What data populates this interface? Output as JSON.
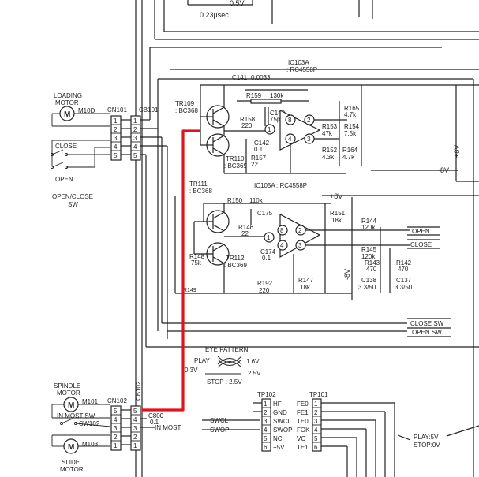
{
  "top": {
    "pulse": "0.23μsec",
    "volt": "0.5V"
  },
  "cn101": {
    "name": "CN101",
    "pins": [
      "1",
      "2",
      "3",
      "4",
      "5"
    ]
  },
  "cb101": {
    "name": "CB101",
    "pins": [
      "1",
      "2",
      "3",
      "4",
      "5"
    ]
  },
  "cn102": {
    "name": "CN102",
    "pins": [
      "5",
      "4",
      "3",
      "2",
      "1"
    ]
  },
  "cb102": {
    "name": "CB102",
    "pins": [
      "5",
      "4",
      "3",
      "2",
      "1"
    ]
  },
  "loading_motor": {
    "label1": "LOADING",
    "label2": "MOTOR",
    "ref": "M10D",
    "symbol": "M"
  },
  "switches": {
    "close": "CLOSE",
    "open": "OPEN",
    "sw1": "OPEN/CLOSE",
    "sw2": "SW"
  },
  "spindle_motor": {
    "label1": "SPINDLE",
    "label2": "MOTOR",
    "ref": "M101",
    "symbol": "M"
  },
  "inmost_sw": {
    "label": "IN MOST SW",
    "ref": "SW102"
  },
  "slide_motor": {
    "label1": "SLIDE",
    "label2": "MOTOR",
    "ref": "M103",
    "symbol": "M"
  },
  "ic103": {
    "name": "IC103A",
    "part": ": RC4558P",
    "pins": [
      "8",
      "2",
      "3",
      "4",
      "1"
    ]
  },
  "ic105": {
    "name": "IC105A",
    "part": ": RC4558P",
    "pins": [
      "8",
      "2",
      "3",
      "4",
      "1"
    ]
  },
  "tr109": {
    "name": "TR109",
    "part": ": BC368"
  },
  "tr110": {
    "name": "TR110",
    "part": ": BC369"
  },
  "tr111": {
    "name": "TR111",
    "part": ": BC368"
  },
  "tr112": {
    "name": "TR112",
    "part": ": BC369"
  },
  "c141": {
    "name": "C141",
    "val": "0.0033"
  },
  "r159": {
    "name": "R159",
    "val": "130k"
  },
  "c140": {
    "name": "C140",
    "val": "75p"
  },
  "r158": {
    "name": "R158",
    "val": "220"
  },
  "c142": {
    "name": "C142",
    "val": "0.1"
  },
  "r157": {
    "name": "R157",
    "val": "22"
  },
  "r165": {
    "name": "R165",
    "val": "4.7k"
  },
  "r153": {
    "name": "R153",
    "val": "47k"
  },
  "r154": {
    "name": "R154",
    "val": "7.5k"
  },
  "r152": {
    "name": "R152",
    "val": "4.3k"
  },
  "r164": {
    "name": "R164",
    "val": "4.7k"
  },
  "r150": {
    "name": "R150",
    "val": "110k"
  },
  "c175": {
    "name": "C175"
  },
  "r146": {
    "name": "R146",
    "val": "22"
  },
  "c174": {
    "name": "C174",
    "val": "0.1"
  },
  "r148": {
    "name": "R148",
    "val": "75k"
  },
  "r149": {
    "name": "R149"
  },
  "r192": {
    "name": "R192",
    "val": "220"
  },
  "r147": {
    "name": "R147",
    "val": "18k"
  },
  "r151": {
    "name": "R151",
    "val": "18k"
  },
  "r144": {
    "name": "R144",
    "val": "120k"
  },
  "r145": {
    "name": "R145",
    "val": "120k"
  },
  "r143": {
    "name": "R143",
    "val": "470"
  },
  "r142": {
    "name": "R142",
    "val": "470"
  },
  "c138": {
    "name": "C138",
    "val": "3.3/50"
  },
  "c137": {
    "name": "C137",
    "val": "3.3/50"
  },
  "rails": {
    "p8v_a": "+8V",
    "m8v_a": "-8V",
    "p8v_b": "+8V",
    "m8v_b": "-8V"
  },
  "signals": {
    "open": "OPEN",
    "close": "CLOSE",
    "close_sw": "CLOSE SW",
    "open_sw": "OPEN SW",
    "swcl": "SWCL",
    "swop": "SWOP",
    "in_most": "IN MOST"
  },
  "eye": {
    "title": "EYE PATTERN",
    "play": "PLAY",
    "v16": "1.6V",
    "v03": "0.3V",
    "v25": "2.5V",
    "stop": "STOP : 2.5V"
  },
  "c800": {
    "name": "C800",
    "val": "0.1"
  },
  "tp102": {
    "name": "TP102",
    "labels": [
      "HF",
      "GND",
      "SWCL",
      "SWOP",
      "NC",
      "+5V"
    ],
    "pins": [
      "1",
      "2",
      "3",
      "4",
      "5",
      "6"
    ]
  },
  "tp101": {
    "name": "TP101",
    "labels": [
      "FE0",
      "FE1",
      "TE0",
      "FOK",
      "VC",
      "TE1"
    ],
    "pins": [
      "1",
      "2",
      "3",
      "4",
      "5",
      "6"
    ]
  },
  "note": {
    "play": "PLAY:5V",
    "stop": "STOP:0V"
  }
}
